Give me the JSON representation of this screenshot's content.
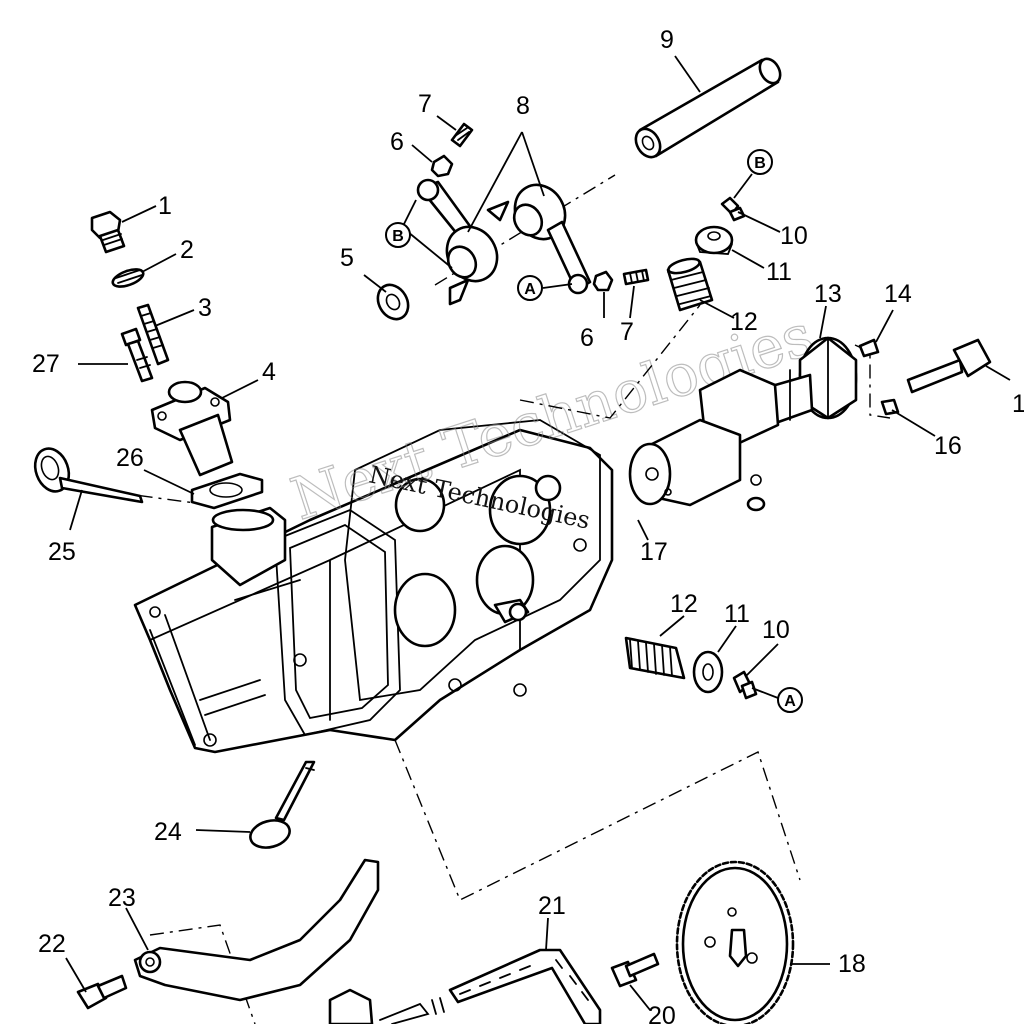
{
  "labels": {
    "l1": "1",
    "l2": "2",
    "l3": "3",
    "l4": "4",
    "l5": "5",
    "l6a": "6",
    "l6b": "6",
    "l7a": "7",
    "l7b": "7",
    "l8": "8",
    "l9": "9",
    "l10a": "10",
    "l10b": "10",
    "l11a": "11",
    "l11b": "11",
    "l12a": "12",
    "l12b": "12",
    "l13": "13",
    "l14": "14",
    "l15": "1",
    "l16": "16",
    "l17": "17",
    "l18": "18",
    "l20": "20",
    "l21": "21",
    "l22": "22",
    "l23": "23",
    "l24": "24",
    "l25": "25",
    "l26": "26",
    "l27": "27"
  },
  "refs": {
    "a1": "A",
    "a2": "A",
    "b1": "B",
    "b2": "B"
  },
  "watermark": {
    "line1": "Next Technologies",
    "line2": "Next Technologies"
  }
}
